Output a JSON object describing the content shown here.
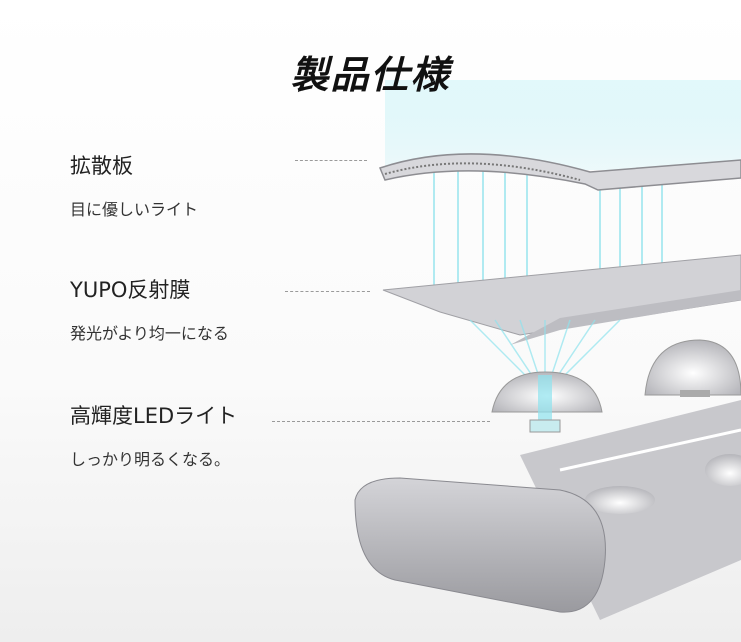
{
  "title": "製品仕様",
  "features": [
    {
      "name": "拡散板",
      "desc": "目に優しいライト"
    },
    {
      "name": "YUPO反射膜",
      "desc": "発光がより均一になる"
    },
    {
      "name": "高輝度LEDライト",
      "desc": "しっかり明るくなる。"
    }
  ],
  "colors": {
    "light_ray": "#8fe3ee",
    "housing": "#b8b8bc"
  }
}
